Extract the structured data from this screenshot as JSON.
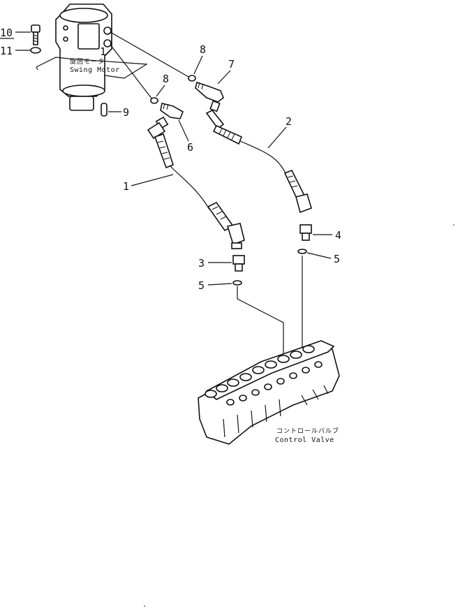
{
  "callouts": {
    "c1_motor": "1",
    "c1_hose": "1",
    "c2": "2",
    "c3": "3",
    "c4": "4",
    "c5_right": "5",
    "c5_left": "5",
    "c6": "6",
    "c7": "7",
    "c8_top": "8",
    "c8_mid": "8",
    "c9": "9",
    "c10": "10",
    "c11": "11"
  },
  "labels": {
    "swing_motor_jp": "旋回モータ",
    "swing_motor_en": "Swing Motor",
    "control_valve_jp": "コントロールバルブ",
    "control_valve_en": "Control Valve"
  },
  "colors": {
    "ink": "#111111",
    "paper": "#ffffff"
  }
}
